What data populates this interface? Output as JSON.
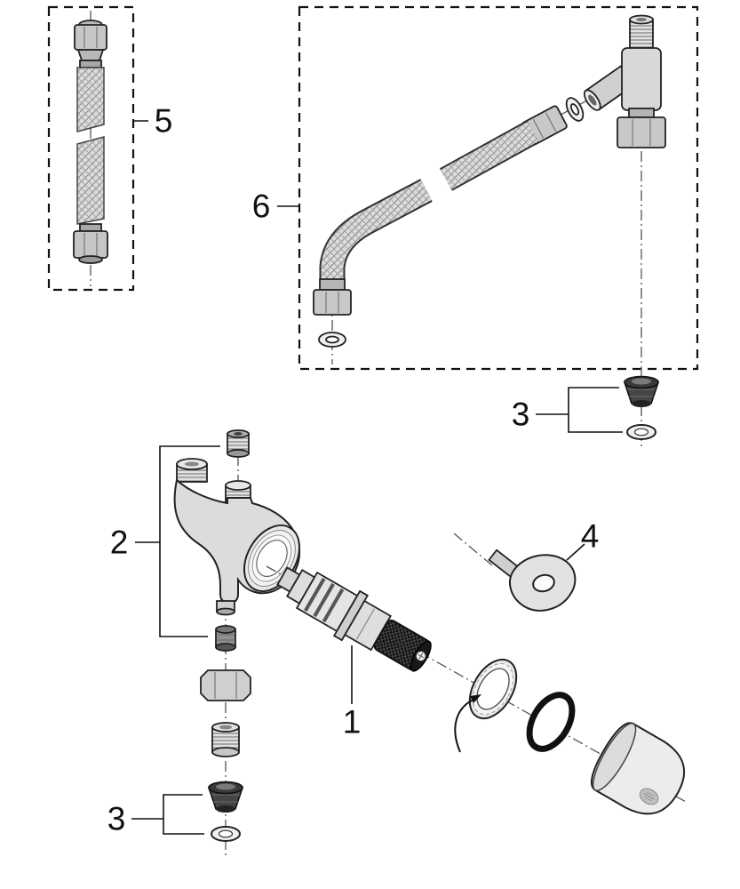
{
  "page": {
    "background": "#ffffff",
    "line_color": "#111111",
    "metal_fill": "#d8d8d8",
    "dark_part_fill": "#3a3a3a"
  },
  "diagram": {
    "labels": {
      "p1": "1",
      "p2": "2",
      "p3_top": "3",
      "p3_bottom": "3",
      "p4": "4",
      "p5": "5",
      "p6": "6"
    }
  }
}
